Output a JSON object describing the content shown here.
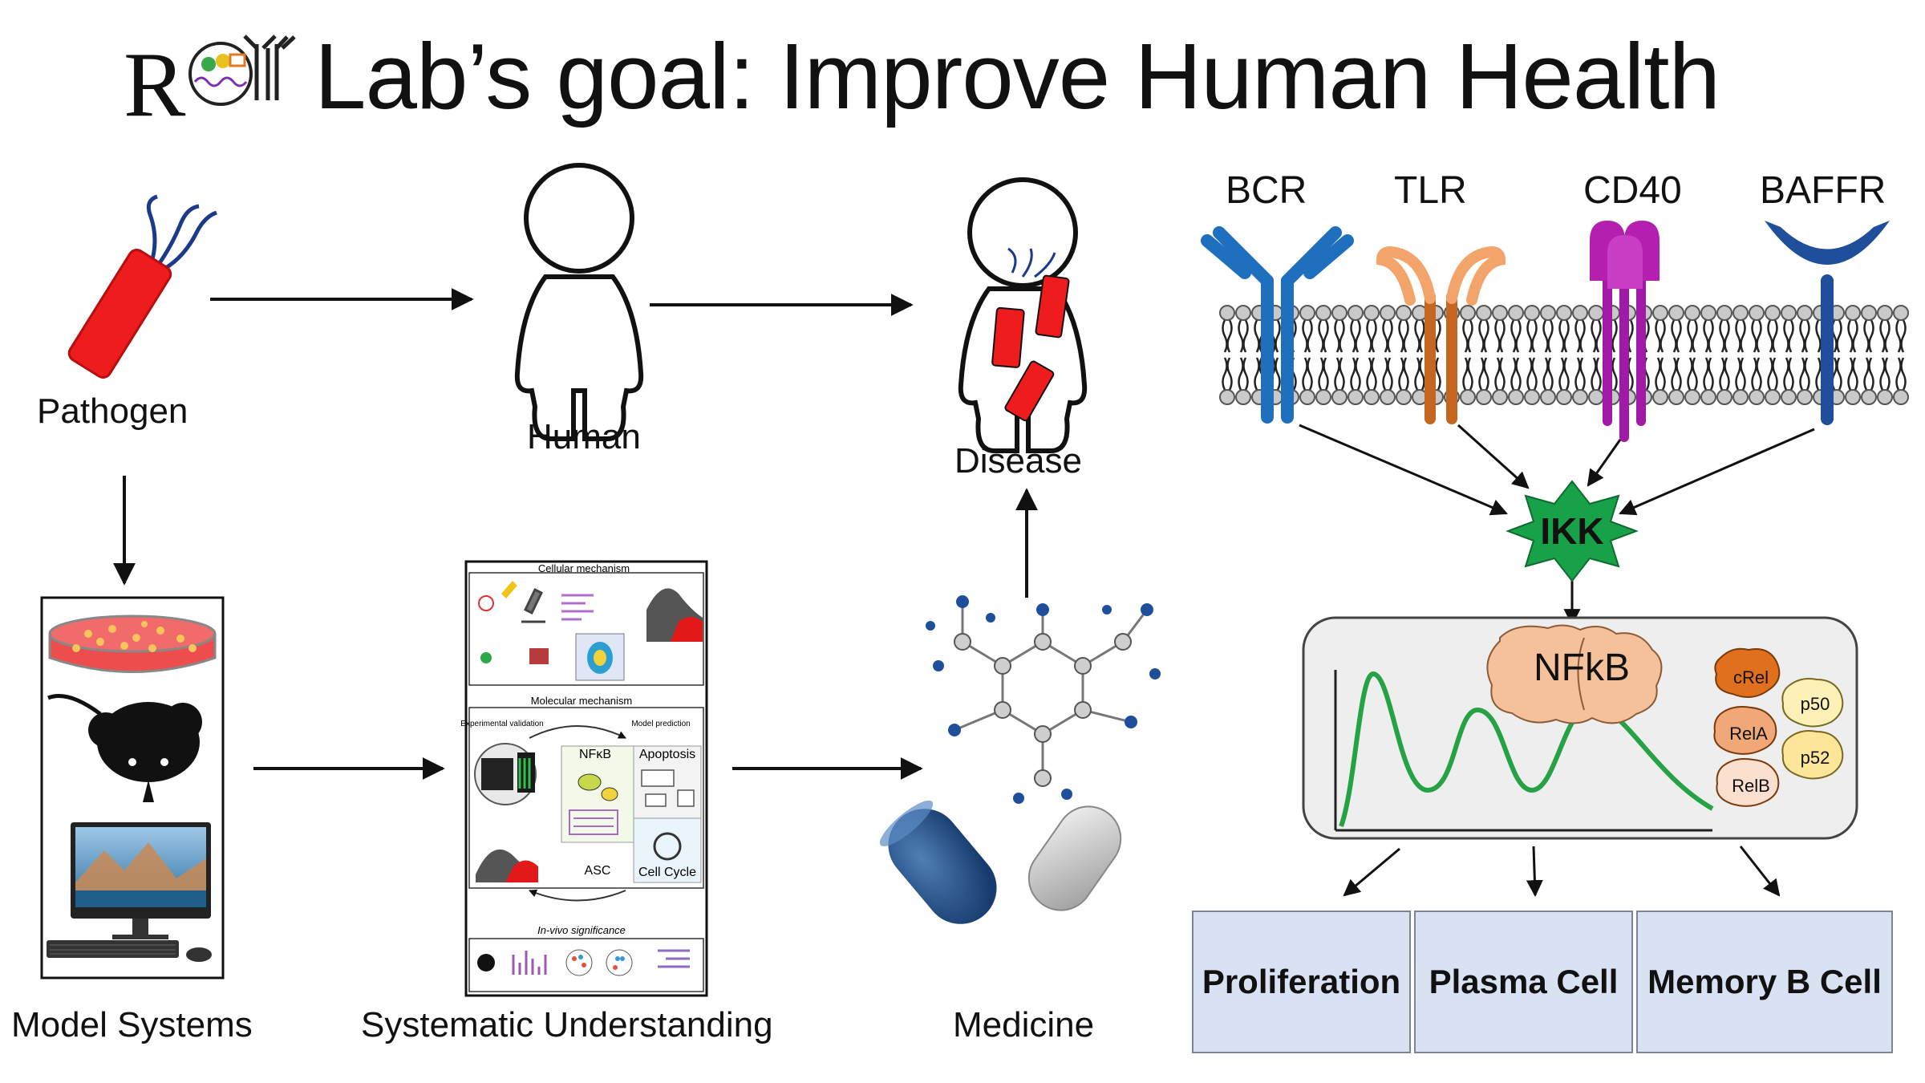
{
  "title": {
    "logo_letter": "R",
    "text": "Lab’s goal: Improve Human Health"
  },
  "workflow": {
    "pathogen": "Pathogen",
    "human": "Human",
    "disease": "Disease",
    "model_systems": "Model Systems",
    "systematic_understanding": "Systematic Understanding",
    "medicine": "Medicine"
  },
  "figure_panel": {
    "cellular": "Cellular mechanism",
    "molecular": "Molecular mechanism",
    "experimental": "Experimental validation",
    "model_prediction": "Model prediction",
    "nfkb": "NFκB",
    "apoptosis": "Apoptosis",
    "asc": "ASC",
    "cell_cycle": "Cell Cycle",
    "in_vivo": "In-vivo significance"
  },
  "pathway": {
    "receptors": [
      "BCR",
      "TLR",
      "CD40",
      "BAFFR"
    ],
    "ikk": "IKK",
    "nfkb": "NFkB",
    "subunits": [
      "cRel",
      "p50",
      "RelA",
      "p52",
      "RelB"
    ],
    "outcomes": [
      "Proliferation",
      "Plasma Cell",
      "Memory B Cell"
    ]
  },
  "colors": {
    "bcr": "#1f6fbf",
    "tlr": "#e08a3c",
    "cd40": "#b51fb0",
    "baffr": "#1f4f9a",
    "ikk": "#17a24a",
    "nfkb_trace": "#25a244",
    "outcome_box": "#d9e2f2",
    "pathogen": "#ee1c1c"
  }
}
